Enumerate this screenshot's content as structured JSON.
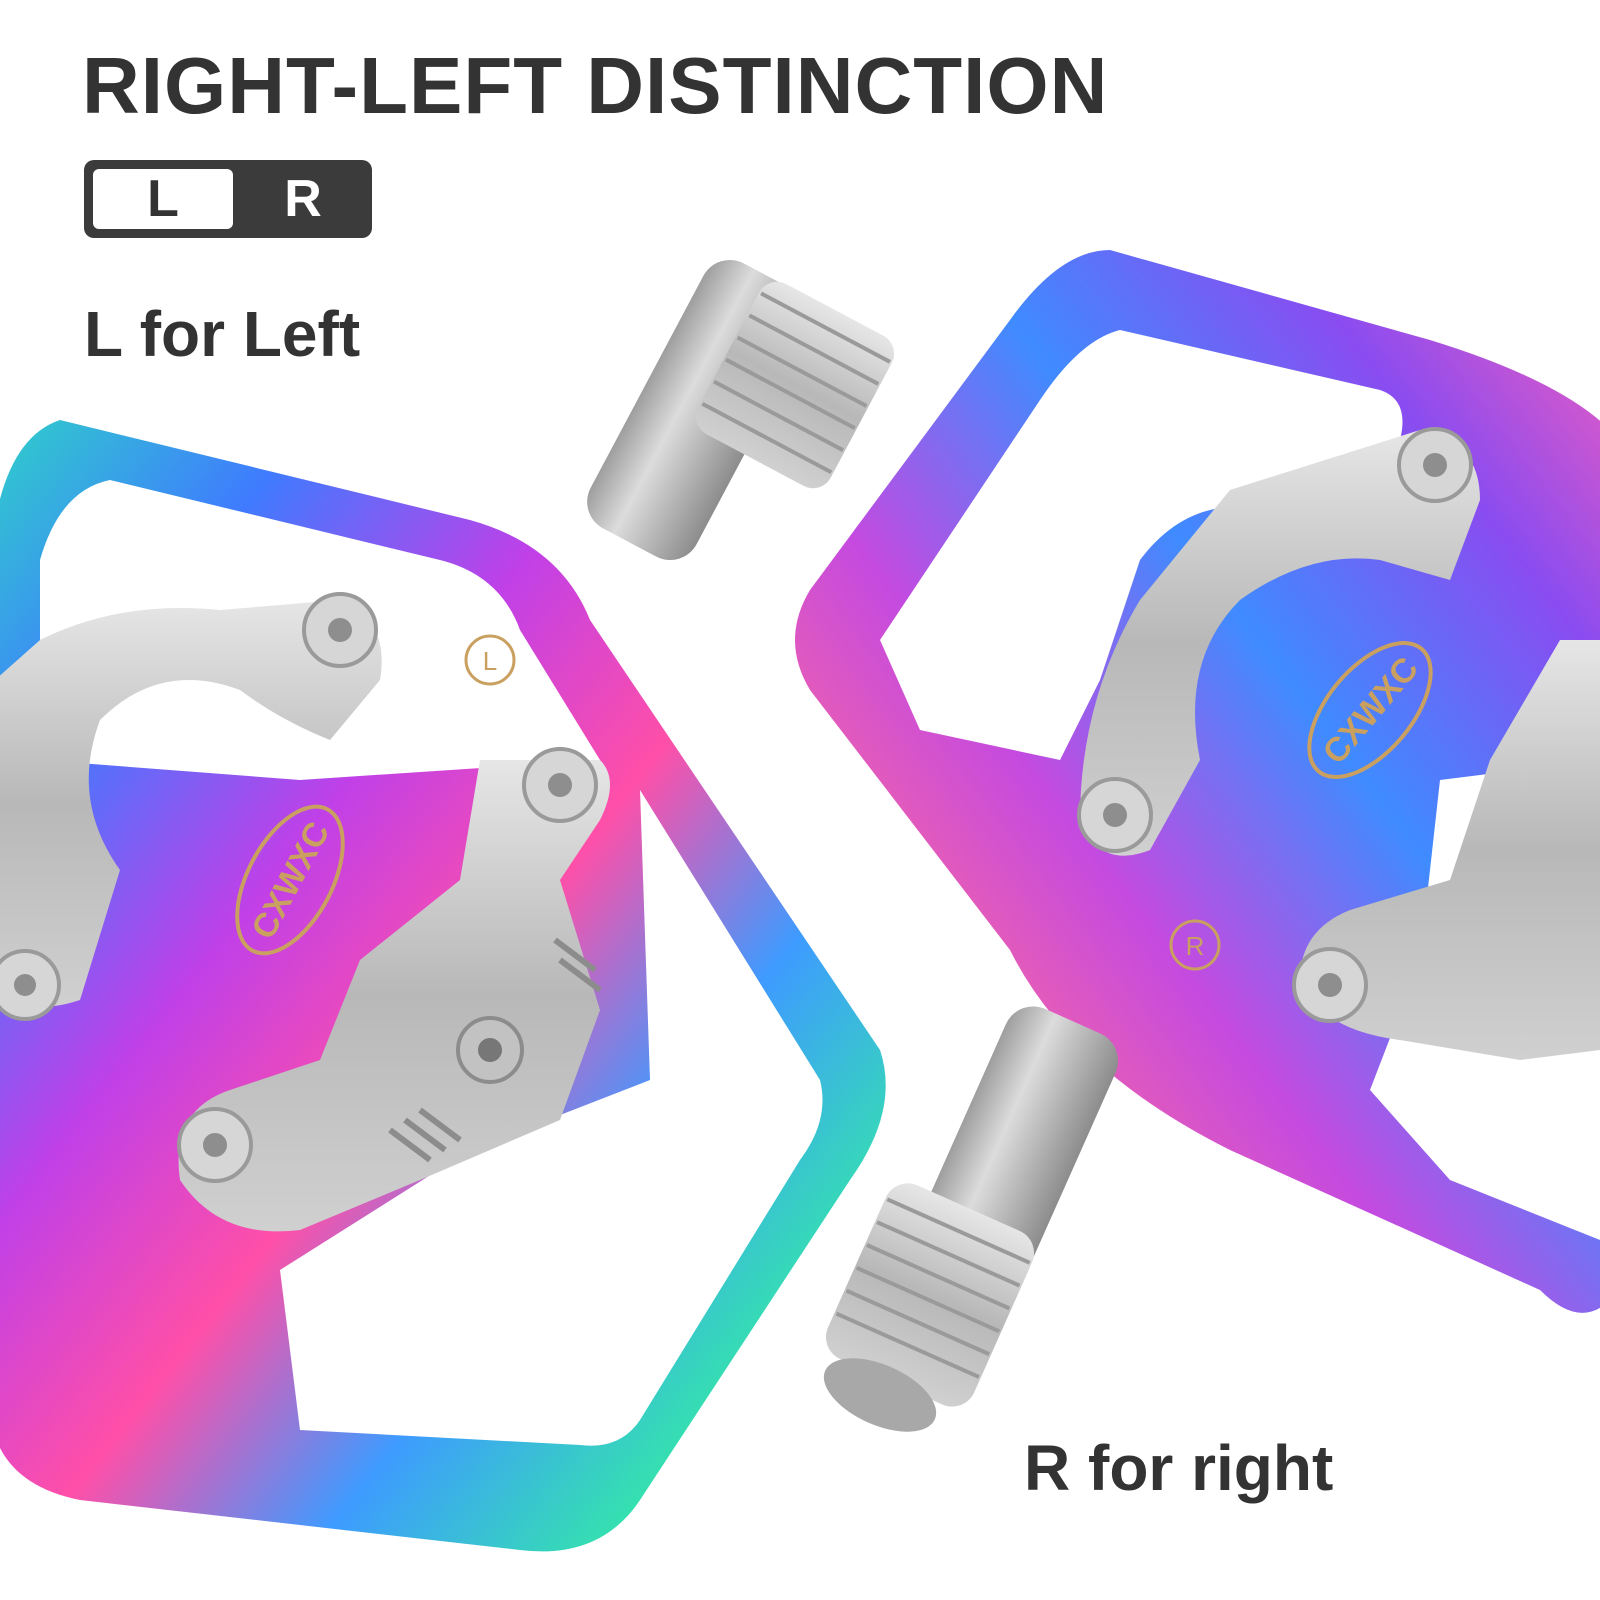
{
  "headline": "RIGHT-LEFT DISTINCTION",
  "badge": {
    "left_letter": "L",
    "right_letter": "R"
  },
  "captions": {
    "left": "L for Left",
    "right": "R for right"
  },
  "pedals": {
    "left": {
      "brand": "CXWXC",
      "mark": "L"
    },
    "right": {
      "brand": "CXWXC",
      "mark": "R"
    }
  },
  "colors": {
    "text": "#333333",
    "badge_dark": "#3b3b3b",
    "badge_light": "#ffffff",
    "background": "#ffffff",
    "metal": "#c8c8c8"
  }
}
